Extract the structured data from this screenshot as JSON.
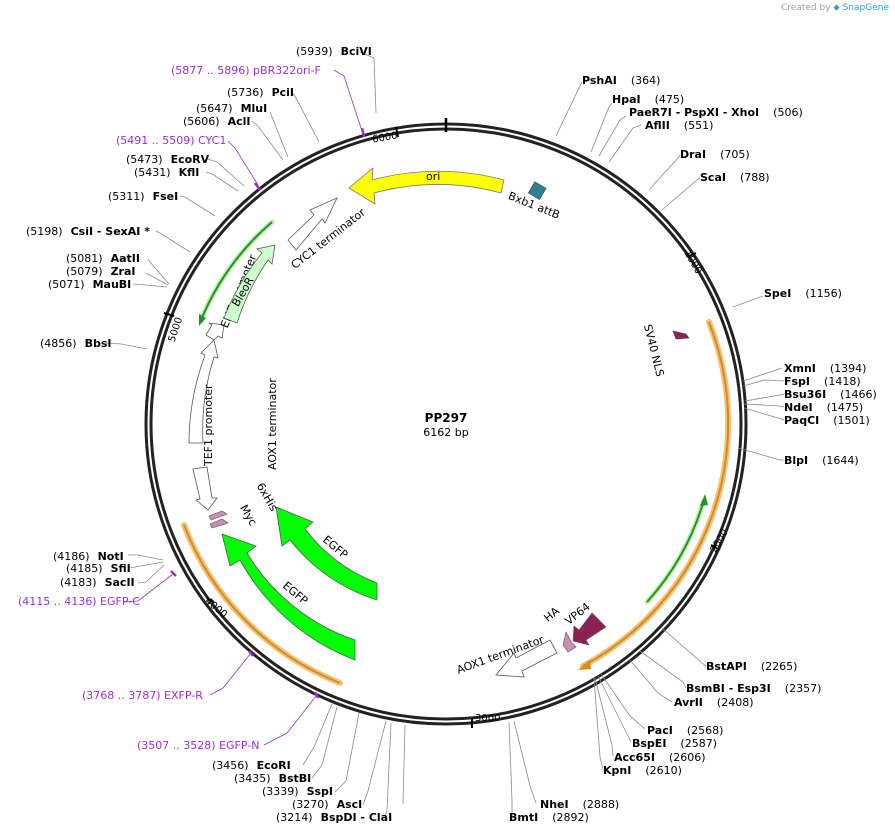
{
  "credit": {
    "prefix": "Created by",
    "brand": "SnapGene"
  },
  "plasmid": {
    "name": "PP297",
    "length": 6162,
    "length_label": "6162 bp"
  },
  "ticks": [
    "1000",
    "2000",
    "3000",
    "4000",
    "5000",
    "6000"
  ],
  "features": [
    {
      "label": "ori",
      "color": "#ffff00"
    },
    {
      "label": "Bxb1 attB",
      "color": "#2e7f8f"
    },
    {
      "label": "SV40 NLS",
      "color": "#8b2252"
    },
    {
      "label": "VP64",
      "color": "#8b2252"
    },
    {
      "label": "HA",
      "color": "#c98fb0"
    },
    {
      "label": "AOX1 terminator",
      "color": "#ffffff"
    },
    {
      "label": "EGFP",
      "color": "#00ff00"
    },
    {
      "label": "EGFP",
      "color": "#00ff00"
    },
    {
      "label": "Myc",
      "color": "#c98fb0"
    },
    {
      "label": "6xHis",
      "color": "#c98fb0"
    },
    {
      "label": "AOX1 terminator",
      "color": "#ffffff"
    },
    {
      "label": "TEF1 promoter",
      "color": "#ffffff"
    },
    {
      "label": "EM7 promoter",
      "color": "#ffffff"
    },
    {
      "label": "BleoR",
      "color": "#ccffcc"
    },
    {
      "label": "CYC1 terminator",
      "color": "#ffffff"
    }
  ],
  "sites": [
    {
      "pos": "(5939)",
      "name": "BciVI"
    },
    {
      "pos": "(5736)",
      "name": "PciI"
    },
    {
      "pos": "(5647)",
      "name": "MluI"
    },
    {
      "pos": "(5606)",
      "name": "AclI"
    },
    {
      "pos": "(5473)",
      "name": "EcoRV"
    },
    {
      "pos": "(5431)",
      "name": "KflI"
    },
    {
      "pos": "(5311)",
      "name": "FseI"
    },
    {
      "pos": "(5198)",
      "name": "CsiI   -  SexAI *"
    },
    {
      "pos": "(5081)",
      "name": "AatII"
    },
    {
      "pos": "(5079)",
      "name": "ZraI"
    },
    {
      "pos": "(5071)",
      "name": "MauBI"
    },
    {
      "pos": "(4856)",
      "name": "BbsI"
    },
    {
      "pos": "(4186)",
      "name": "NotI"
    },
    {
      "pos": "(4185)",
      "name": "SfiI"
    },
    {
      "pos": "(4183)",
      "name": "SacII"
    },
    {
      "pos": "(3456)",
      "name": "EcoRI"
    },
    {
      "pos": "(3435)",
      "name": "BstBI"
    },
    {
      "pos": "(3339)",
      "name": "SspI"
    },
    {
      "pos": "(3270)",
      "name": "AscI"
    },
    {
      "pos": "(3214)",
      "name": "BspDI   -  ClaI"
    },
    {
      "name": "PshAI",
      "pos": "(364)"
    },
    {
      "name": "HpaI",
      "pos": "(475)"
    },
    {
      "name": "PaeR7I   -  PspXI   -  XhoI",
      "pos": "(506)"
    },
    {
      "name": "AflII",
      "pos": "(551)"
    },
    {
      "name": "DraI",
      "pos": "(705)"
    },
    {
      "name": "ScaI",
      "pos": "(788)"
    },
    {
      "name": "SpeI",
      "pos": "(1156)"
    },
    {
      "name": "XmnI",
      "pos": "(1394)"
    },
    {
      "name": "FspI",
      "pos": "(1418)"
    },
    {
      "name": "Bsu36I",
      "pos": "(1466)"
    },
    {
      "name": "NdeI",
      "pos": "(1475)"
    },
    {
      "name": "PaqCI",
      "pos": "(1501)"
    },
    {
      "name": "BlpI",
      "pos": "(1644)"
    },
    {
      "name": "BstAPI",
      "pos": "(2265)"
    },
    {
      "name": "BsmBI   -  Esp3I",
      "pos": "(2357)"
    },
    {
      "name": "AvrII",
      "pos": "(2408)"
    },
    {
      "name": "PacI",
      "pos": "(2568)"
    },
    {
      "name": "BspEI",
      "pos": "(2587)"
    },
    {
      "name": "Acc65I",
      "pos": "(2606)"
    },
    {
      "name": "KpnI",
      "pos": "(2610)"
    },
    {
      "name": "NheI",
      "pos": "(2888)"
    },
    {
      "name": "BmtI",
      "pos": "(2892)"
    }
  ],
  "primers": [
    {
      "text": "(5877 .. 5896)  pBR322ori-F"
    },
    {
      "text": "(5491 .. 5509)  CYC1"
    },
    {
      "text": "(4115 .. 4136)  EGFP-C"
    },
    {
      "text": "(3768 .. 3787)  EXFP-R"
    },
    {
      "text": "(3507 .. 3528)  EGFP-N"
    }
  ]
}
